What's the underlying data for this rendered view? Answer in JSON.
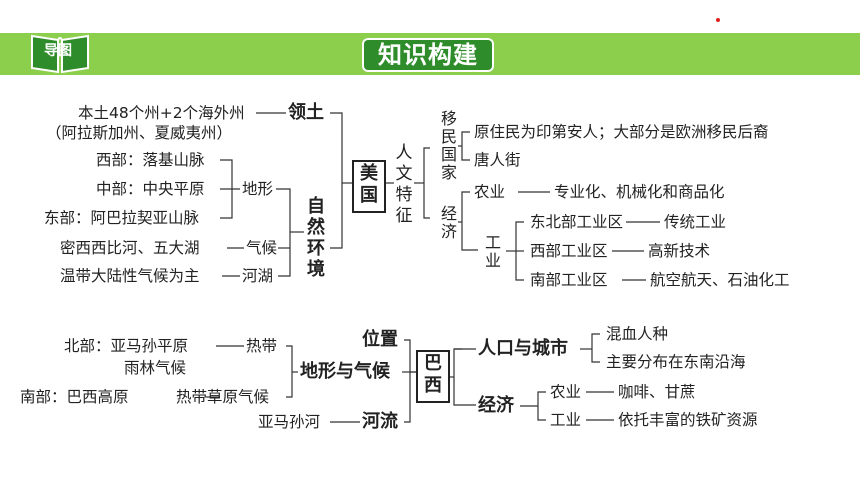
{
  "header": {
    "badge_left": "导图",
    "title": "知识构建",
    "banner_color": "#8ccf4d",
    "badge_color": "#2f8c2a"
  },
  "usa": {
    "center": "美国",
    "territory": {
      "label": "领土",
      "line1": "本土48个州+2个海外州",
      "line2": "（阿拉斯加州、夏威夷州）"
    },
    "nature": {
      "label": "自然环境",
      "terrain_label": "地形",
      "terrain": [
        "西部：落基山脉",
        "中部：中央平原",
        "东部：阿巴拉契亚山脉"
      ],
      "climate_label": "气候",
      "climate": "密西西比河、五大湖",
      "rivers_label": "河湖",
      "rivers": "温带大陆性气候为主"
    },
    "humanities": {
      "label": "人文特征",
      "immigrant_label": "移民国家",
      "immigrant": [
        "原住民为印第安人；大部分是欧洲移民后裔",
        "唐人街"
      ],
      "economy_label": "经济",
      "agriculture": "农业",
      "agriculture_desc": "专业化、机械化和商品化",
      "industry_label": "工业",
      "industry": [
        {
          "region": "东北部工业区",
          "desc": "传统工业"
        },
        {
          "region": "西部工业区",
          "desc": "高新技术"
        },
        {
          "region": "南部工业区",
          "desc": "航空航天、石油化工"
        }
      ]
    }
  },
  "brazil": {
    "center": "巴西",
    "position": "位置",
    "terrain_climate": {
      "label": "地形与气候",
      "north_a": "北部：亚马孙平原",
      "north_b": "热带",
      "north_c": "雨林气候",
      "south_a": "南部：巴西高原",
      "south_b": "热带草原气候"
    },
    "river": {
      "label": "河流",
      "name": "亚马孙河"
    },
    "population": {
      "label": "人口与城市",
      "items": [
        "混血人种",
        "主要分布在东南沿海"
      ]
    },
    "economy": {
      "label": "经济",
      "agri_label": "农业",
      "agri": "咖啡、甘蔗",
      "ind_label": "工业",
      "ind": "依托丰富的铁矿资源"
    }
  }
}
